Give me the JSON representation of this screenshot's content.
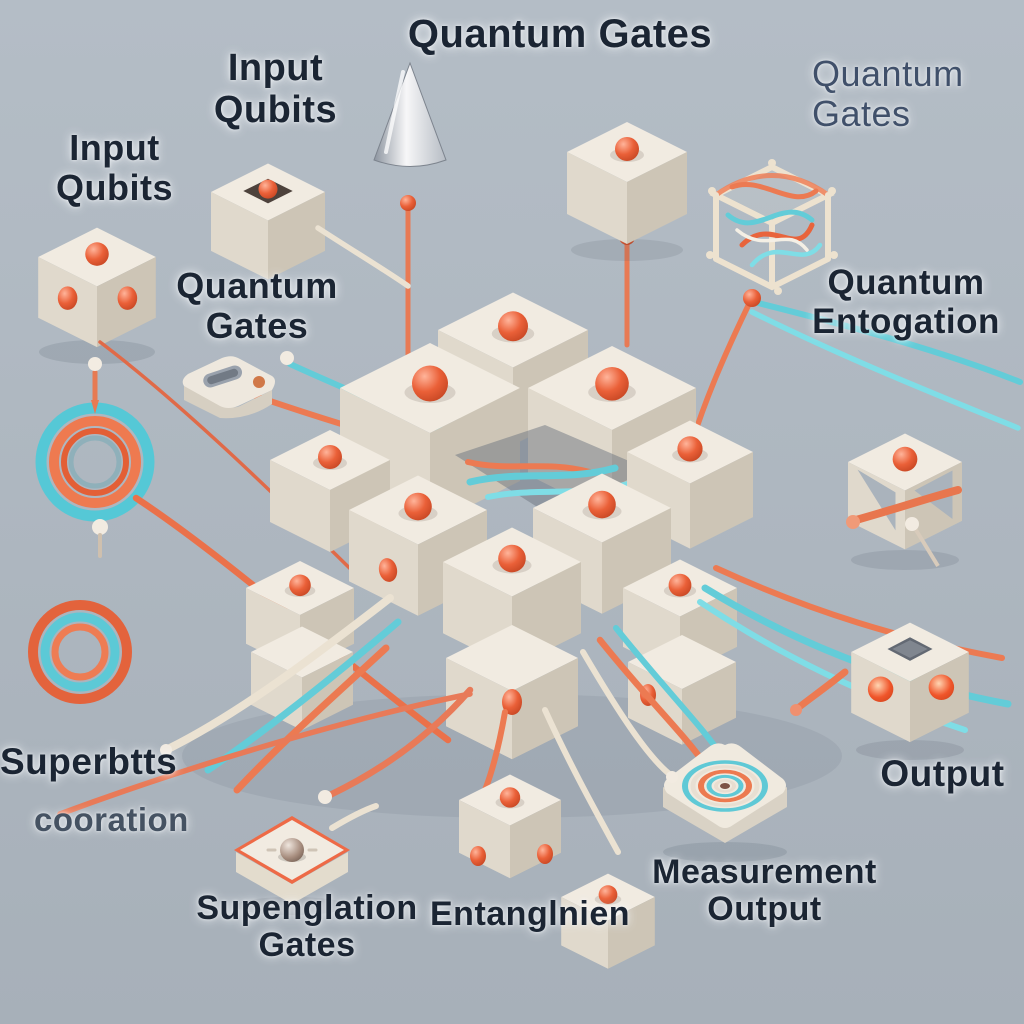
{
  "scene": {
    "description": "3D isometric illustration of a quantum computing circuit: cube qubits with red spheres connected by orange and teal wires",
    "palette": {
      "background_top": "#b4bdc6",
      "background_bottom": "#a7b0b9",
      "label_dark": "#1b2533",
      "label_muted": "#40506a",
      "cube_top": "#f1ebe1",
      "cube_left": "#e0d9cc",
      "cube_right": "#cdc5b6",
      "qubit_red": "#e0512e",
      "wire_orange": "#ec7a52",
      "wire_teal": "#63ccd8",
      "wire_cream": "#ebe2d2"
    },
    "labels": {
      "quantum_gates_top": {
        "line1": "Quantum Gates"
      },
      "input_qubits_upper": {
        "line1": "Input",
        "line2": "Qubits"
      },
      "input_qubits_left": {
        "line1": "Input",
        "line2": "Qubits"
      },
      "quantum_gates_right": {
        "line1": "Quantum",
        "line2": "Gates"
      },
      "quantum_gates_mid": {
        "line1": "Quantum",
        "line2": "Gates"
      },
      "quantum_entogation": {
        "line1": "Quantum",
        "line2": "Entogation"
      },
      "superbits": {
        "line1": "Superbtts"
      },
      "cooration": {
        "line1": "cooration"
      },
      "supenglation_gates": {
        "line1": "Supenglation",
        "line2": "Gates"
      },
      "entanglnien": {
        "line1": "Entanglnien"
      },
      "measurement_output": {
        "line1": "Measurement",
        "line2": "Output"
      },
      "output": {
        "line1": "Output"
      }
    },
    "icons": [
      "metal-cone-icon",
      "input-qubit-cube-icon",
      "die-cube-icon",
      "tangled-wire-cube-icon",
      "open-frame-cube-icon",
      "hole-cube-icon",
      "coil-ring-icon",
      "spiral-tile-icon",
      "superposition-tile-icon",
      "gate-button-icon",
      "pin-sphere-icon",
      "processor-cube-cluster-icon"
    ]
  }
}
